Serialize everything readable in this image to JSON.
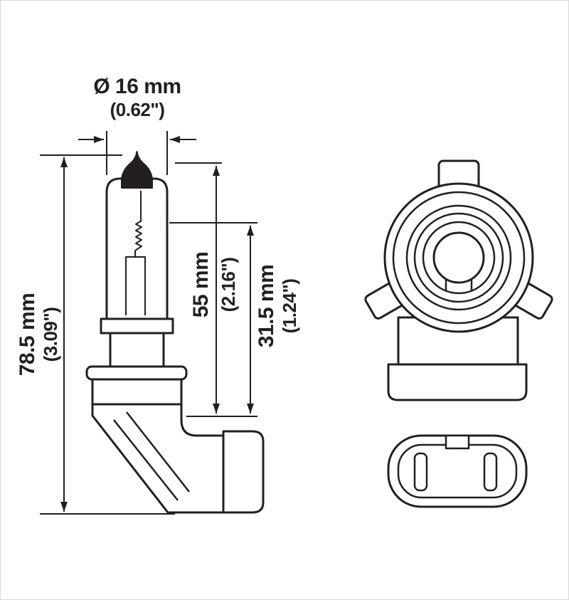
{
  "canvas": {
    "background": "#ffffff",
    "line_color": "#231f20",
    "border_color": "#d8d8d8"
  },
  "dims": {
    "diameter": {
      "metric": "Ø 16 mm",
      "imperial": "(0.62\")"
    },
    "overall_length": {
      "metric": "78.5 mm",
      "imperial": "(3.09\")"
    },
    "tip_to_seat": {
      "metric": "55 mm",
      "imperial": "(2.16\")"
    },
    "base_length": {
      "metric": "31.5 mm",
      "imperial": "(1.24\")"
    }
  },
  "views": {
    "side": "bulb-side-view",
    "front": "base-front-view",
    "connector": "connector-front-view"
  }
}
